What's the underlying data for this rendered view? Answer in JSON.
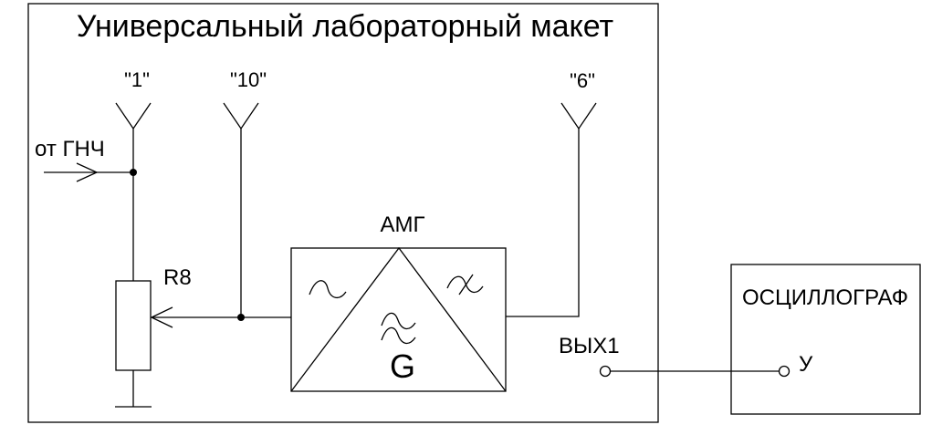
{
  "title": "Универсальный лабораторный макет",
  "pins": {
    "pin1": "\"1\"",
    "pin10": "\"10\"",
    "pin6": "\"6\""
  },
  "input_label": "от ГНЧ",
  "resistor_label": "R8",
  "amg_label": "АМГ",
  "amg_symbol": "G",
  "output_label": "ВЫХ1",
  "oscilloscope": {
    "label": "ОСЦИЛЛОГРАФ",
    "input_label": "У"
  }
}
